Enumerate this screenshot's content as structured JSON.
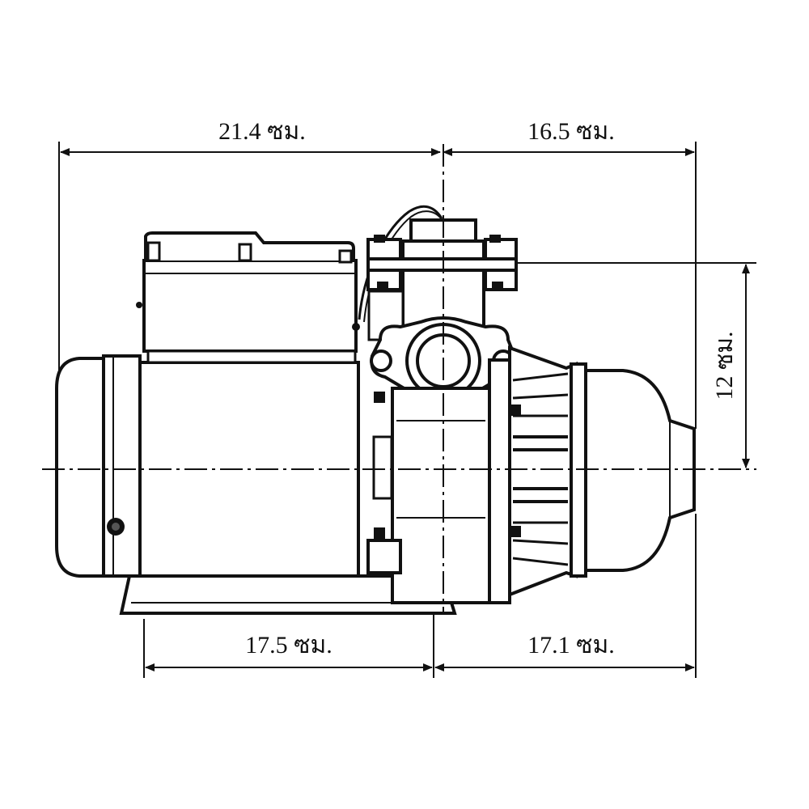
{
  "dimensions": {
    "top_left": "21.4 ซม.",
    "top_right": "16.5 ซม.",
    "side_height": "12 ซม.",
    "bottom_left": "17.5 ซม.",
    "bottom_right": "17.1 ซม."
  },
  "colors": {
    "line": "#111111",
    "background": "#ffffff"
  }
}
